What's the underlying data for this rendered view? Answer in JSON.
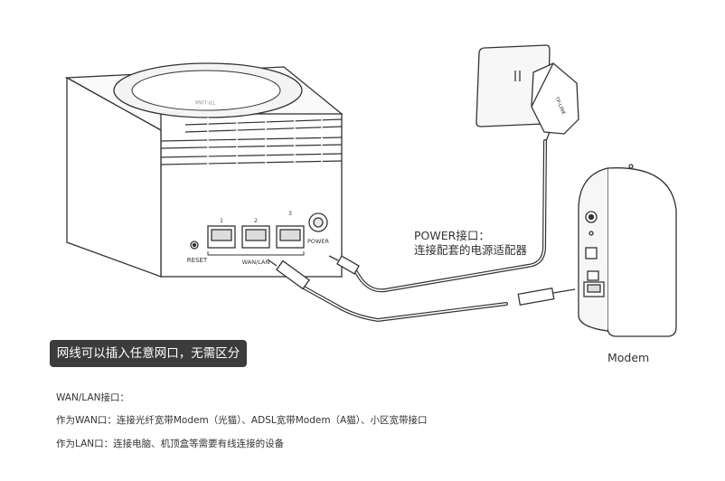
{
  "router": {
    "port_numbers": [
      "1",
      "2",
      "3"
    ],
    "reset_label": "RESET",
    "wan_lan_label": "WAN/LAN",
    "power_port_label": "POWER"
  },
  "adapter": {
    "brand": "TP-LINK"
  },
  "power_note": {
    "line1": "POWER接口：",
    "line2": "连接配套的电源适配器"
  },
  "modem": {
    "label": "Modem"
  },
  "badge": {
    "text": "网线可以插入任意网口，无需区分"
  },
  "notes": {
    "heading": "WAN/LAN接口：",
    "wan": "作为WAN口：连接光纤宽带Modem（光猫）、ADSL宽带Modem（A猫）、小区宽带接口",
    "lan": "作为LAN口：连接电脑、机顶盒等需要有线连接的设备"
  }
}
